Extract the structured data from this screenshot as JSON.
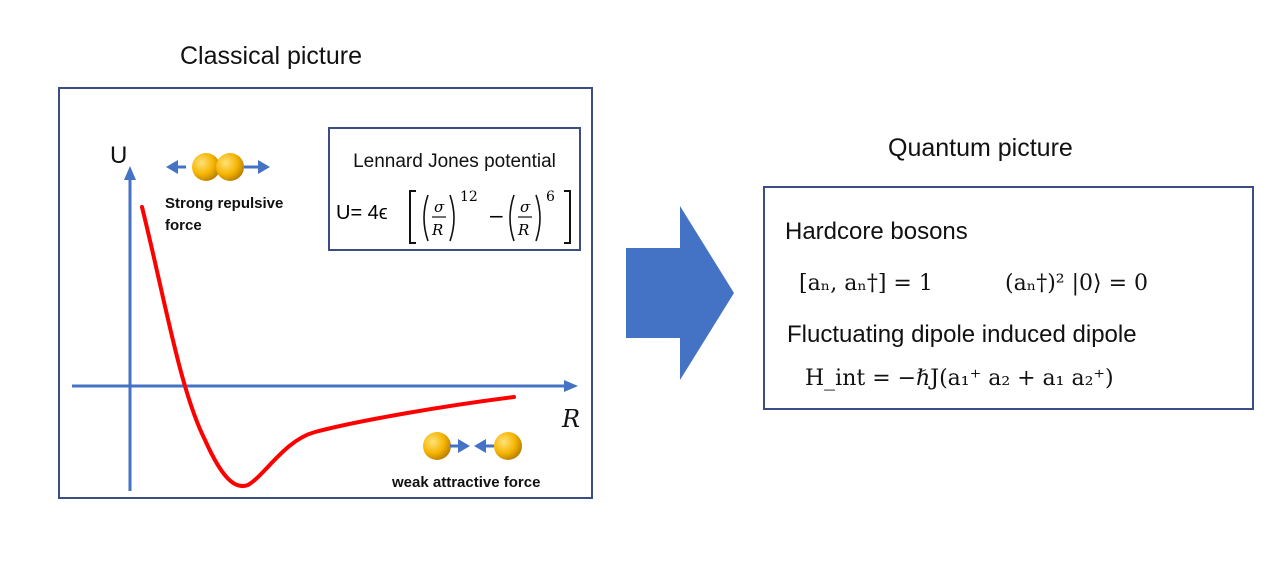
{
  "classical": {
    "title": "Classical picture",
    "y_axis_label": "U",
    "x_axis_label": "R",
    "repulsive_label": "Strong repulsive force",
    "attractive_label": "weak attractive force",
    "lennard_jones": {
      "title": "Lennard Jones potential",
      "equation_prefix": "U= 4ϵ",
      "sigma": "σ",
      "r": "R",
      "exp_repulsive": "12",
      "exp_attractive": "6"
    },
    "colors": {
      "curve": "#ff0000",
      "axis": "#4472c4",
      "molecule": "#f5b400",
      "frame": "#3b4d82"
    }
  },
  "arrow": {
    "color": "#4472c4"
  },
  "quantum": {
    "title": "Quantum picture",
    "hardcore_title": "Hardcore bosons",
    "commutator": "[aₙ, aₙ†] = 1",
    "constraint": "(aₙ†)² |0⟩ = 0",
    "dipole_title": "Fluctuating dipole induced dipole",
    "hamiltonian": "H_int = −ℏJ(a₁⁺ a₂ + a₁ a₂⁺)"
  }
}
